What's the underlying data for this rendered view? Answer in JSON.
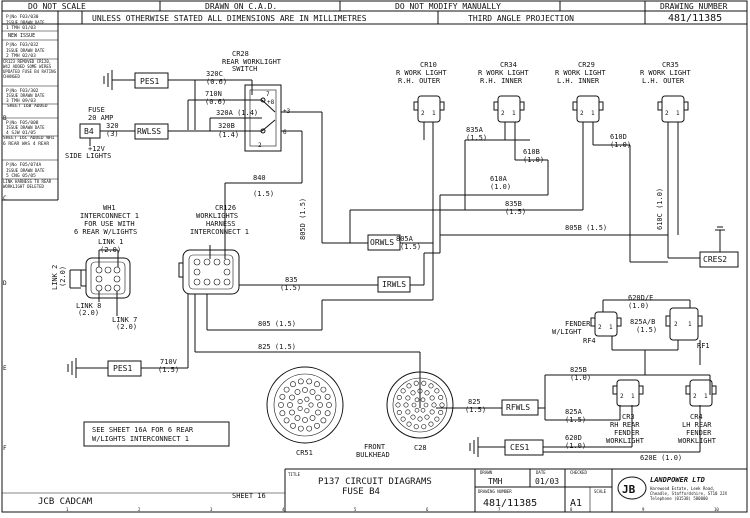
{
  "header": {
    "not_to_scale": "DO NOT SCALE",
    "drawn_on_cad": "DRAWN ON C.A.D.",
    "do_not_modify": "DO NOT MODIFY MANUALLY",
    "drawing_number_label": "DRAWING NUMBER",
    "units_note": "UNLESS OTHERWISE STATED ALL DIMENSIONS ARE IN MILLIMETRES",
    "projection": "THIRD ANGLE PROJECTION",
    "drawing_number": "481/11385"
  },
  "revisions": [
    {
      "pl_no": "P|No F03/030",
      "row": "ISSUE DRAWN DATE",
      "row2": "1 TMH 01/03",
      "note": "NEW ISSUE"
    },
    {
      "pl_no": "P|No F03/032",
      "row": "ISSUE DRAWN DATE",
      "row2": "2 TMH 02/03",
      "note": "CR123 REMOVED CR120, W42 ADDED SOME WIRES UPDATED FUSE B4 RATING CHANGED"
    },
    {
      "pl_no": "P|No F03/302",
      "row": "ISSUE DRAWN DATE",
      "row2": "3 TMH 09/03",
      "note": "SHEET 16B ADDED"
    },
    {
      "pl_no": "P|No F05/008",
      "row": "ISSUE DRAWN DATE",
      "row2": "4 SJW 01/05",
      "note": "SHEET 16C ADDED WHI 6 REAR WAS 4 REAR"
    },
    {
      "pl_no": "P|No F05/074A",
      "row": "ISSUE DRAWN DATE",
      "row2": "5 CNG 05/05",
      "note": "LINK HARNESS TO REAR WORKLIGHT DELETED"
    }
  ],
  "lamps": [
    {
      "id": "CR10",
      "desc1": "R WORK LIGHT",
      "desc2": "R.H. OUTER"
    },
    {
      "id": "CR34",
      "desc1": "R WORK LIGHT",
      "desc2": "R.H. INNER"
    },
    {
      "id": "CR29",
      "desc1": "R WORK LIGHT",
      "desc2": "L.H. INNER"
    },
    {
      "id": "CR35",
      "desc1": "R WORK LIGHT",
      "desc2": "L.H. OUTER"
    }
  ],
  "switch": {
    "id": "CR28",
    "line1": "REAR WORKLIGHT",
    "line2": "SWITCH"
  },
  "fuse": {
    "line1": "FUSE",
    "line2": "20 AMP",
    "id": "B4",
    "supply1": "+12V",
    "supply2": "SIDE LIGHTS"
  },
  "boxes": {
    "pes1_top": "PES1",
    "rwlss": "RWLSS",
    "orwls": "ORWLS",
    "irwls": "IRWLS",
    "cres2": "CRES2",
    "pes1_bottom": "PES1",
    "rfwls": "RFWLS",
    "ces1": "CES1"
  },
  "interconnect": {
    "l1": "WH1",
    "l2": "INTERCONNECT 1",
    "l3": "FOR USE WITH",
    "l4": "6 REAR W/LIGHTS"
  },
  "cr126": {
    "l1": "CR126",
    "l2": "WORKLIGHTS",
    "l3": "HARNESS",
    "l4": "INTERCONNECT 1"
  },
  "links": {
    "link1": "LINK 1",
    "link1_size": "(2.0)",
    "link2": "LINK 2",
    "link2_size": "(2.0)",
    "link7": "LINK 7",
    "link7_size": "(2.0)",
    "link8": "LINK 8",
    "link8_size": "(2.0)"
  },
  "wires": {
    "w320c": "320C",
    "w320c_s": "(0.6)",
    "w710n": "710N",
    "w710n_s": "(0.6)",
    "w320a": "320A (1.4)",
    "w320b": "320B",
    "w320b_s": "(1.4)",
    "w320": "320",
    "w320_s": "(3)",
    "w840": "840",
    "w840_s": "(1.5)",
    "w805d": "805D (1.5)",
    "w835a": "835A",
    "w835a_s": "(1.5)",
    "w610b": "610B",
    "w610b_s": "(1.0)",
    "w610a": "610A",
    "w610a_s": "(1.0)",
    "w835b": "835B",
    "w835b_s": "(1.5)",
    "w805a": "805A",
    "w805a_s": "(1.5)",
    "w805b": "805B (1.5)",
    "w610d": "610D",
    "w610d_s": "(1.0)",
    "w610c": "610C (1.0)",
    "w835": "835",
    "w835_s": "(1.5)",
    "w805": "805 (1.5)",
    "w825": "825 (1.5)",
    "w710v": "710V",
    "w710v_s": "(1.5)",
    "w620e_top": "620D/E",
    "w620e_top_s": "(1.0)",
    "w825ab": "825A/B",
    "w825ab_s": "(1.5)",
    "w825b": "825B",
    "w825b_s": "(1.0)",
    "w825a": "825A",
    "w825a_s": "(1.5)",
    "w825_bottom": "825",
    "w825_bottom_s": "(1.5)",
    "w620d": "620D",
    "w620d_s": "(1.0)",
    "w620e": "620E (1.0)"
  },
  "switch_pins": {
    "p7": "7",
    "p8": "+8",
    "p3": "+3",
    "p6": "6",
    "p2": "2"
  },
  "fender": {
    "label1": "FENDER",
    "label2": "W/LIGHT",
    "rf4": "RF4",
    "rf1": "RF1"
  },
  "rear_lights": {
    "cr3_id": "CR3",
    "cr3_l1": "RH REAR",
    "cr3_l2": "FENDER",
    "cr3_l3": "WORKLIGHT",
    "cr4_id": "CR4",
    "cr4_l1": "LH REAR",
    "cr4_l2": "FENDER",
    "cr4_l3": "WORKLIGHT"
  },
  "connectors": {
    "cr51": "CR51",
    "bulkhead1": "FRONT",
    "bulkhead2": "BULKHEAD",
    "c28": "C28"
  },
  "note": {
    "line1": "SEE SHEET 16A FOR 6 REAR",
    "line2": "W/LIGHTS INTERCONNECT 1"
  },
  "title_block": {
    "jcb": "JCB CADCAM",
    "sheet": "SHEET 16",
    "title_label": "TITLE",
    "title1": "P137 CIRCUIT DIAGRAMS",
    "title2": "FUSE B4",
    "drawn_label": "DRAWN",
    "date_label": "DATE",
    "checked_label": "CHECKED",
    "drawn_by": "TMH",
    "date": "01/03",
    "drawing_number_label": "DRAWING NUMBER",
    "scale_label": "SCALE",
    "drawing_number": "481/11385",
    "size": "A1",
    "company": "LANDPOWER LTD",
    "address1": "Harewood Estate, Leek Road,",
    "address2": "Cheadle, Staffordshire, ST10 2JX",
    "address3": "Telephone (01538) 580000"
  },
  "zones": {
    "cols": [
      "1",
      "2",
      "3",
      "4",
      "5",
      "6",
      "7",
      "8",
      "9",
      "10"
    ],
    "rows": [
      "B",
      "C",
      "D",
      "E",
      "F"
    ]
  }
}
